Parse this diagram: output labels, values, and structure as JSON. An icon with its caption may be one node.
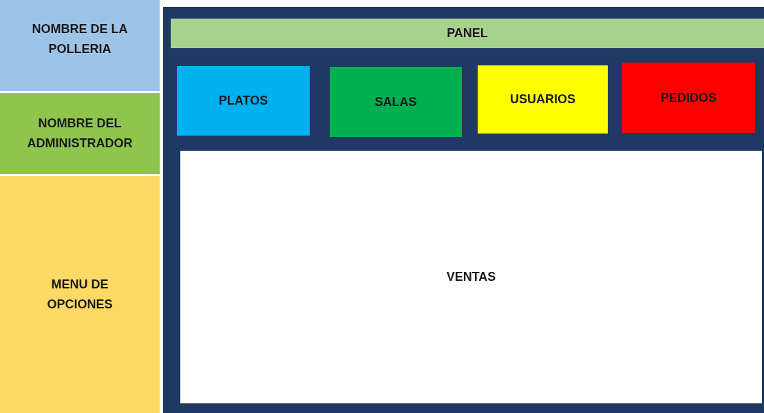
{
  "diagram": {
    "nodes": [
      {
        "text": [
          "NOMBRE DE LA POLLERIA"
        ]
      },
      {
        "text": [
          "NOMBRE DEL ADMINISTRADOR"
        ]
      },
      {
        "text": [
          "MENU DE OPCIONES"
        ]
      },
      {
        "text": [],
        "shape": "box"
      },
      {
        "text": [
          "PANEL"
        ],
        "in": 3
      },
      {
        "text": [
          "PLATOS"
        ],
        "in": 3
      },
      {
        "text": [
          "SALAS"
        ],
        "in": 3
      },
      {
        "text": [
          "USUARIOS"
        ],
        "in": 3
      },
      {
        "text": [
          "PEDIDOS"
        ],
        "in": 3
      },
      {
        "text": [
          "VENTAS"
        ],
        "in": 3
      }
    ]
  }
}
